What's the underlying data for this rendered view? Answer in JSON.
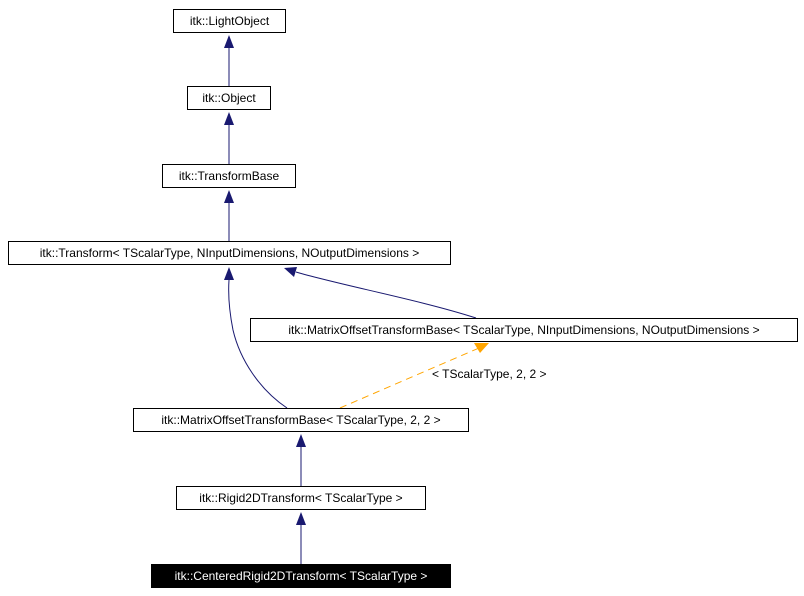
{
  "colors": {
    "inheritance": "#191970",
    "template": "#ffa500",
    "current_bg": "#000000",
    "current_fg": "#ffffff"
  },
  "nodes": {
    "light_object": "itk::LightObject",
    "object": "itk::Object",
    "transform_base": "itk::TransformBase",
    "transform": "itk::Transform< TScalarType, NInputDimensions, NOutputDimensions >",
    "matrix_offset_template": "itk::MatrixOffsetTransformBase< TScalarType, NInputDimensions, NOutputDimensions >",
    "matrix_offset_2_2": "itk::MatrixOffsetTransformBase< TScalarType, 2, 2 >",
    "rigid2d": "itk::Rigid2DTransform< TScalarType >",
    "centered_rigid2d": "itk::CenteredRigid2DTransform< TScalarType >"
  },
  "edge_labels": {
    "template_args": "< TScalarType, 2, 2 >"
  }
}
